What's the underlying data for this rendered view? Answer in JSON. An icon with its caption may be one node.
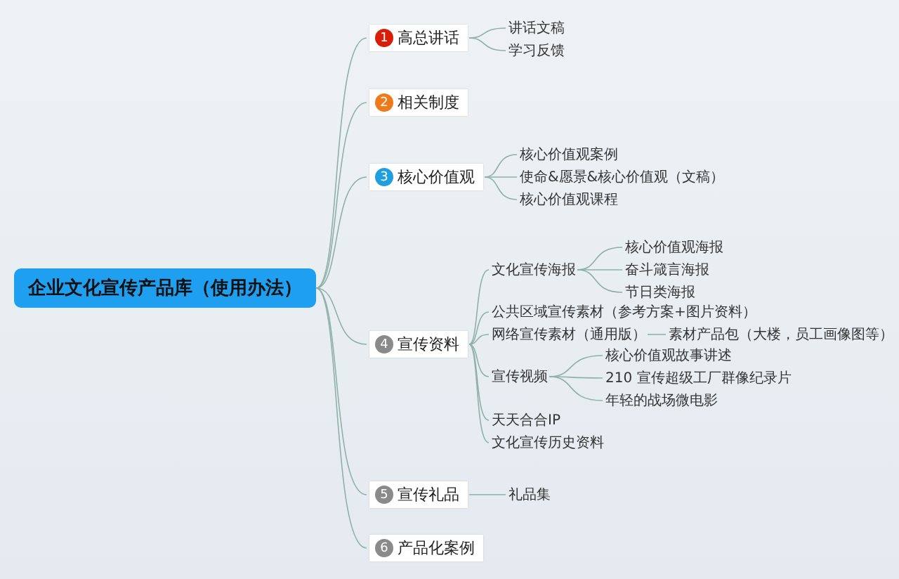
{
  "diagram": {
    "nodes": [
      {
        "text": [
          "企业文化宣传产品库（使用办法）"
        ]
      },
      {
        "text": [
          "1",
          "高总讲话"
        ]
      },
      {
        "text": [
          "讲话文稿"
        ]
      },
      {
        "text": [
          "学习反馈"
        ]
      },
      {
        "text": [
          "2",
          "相关制度"
        ]
      },
      {
        "text": [
          "3",
          "核心价值观"
        ]
      },
      {
        "text": [
          "核心价值观案例"
        ]
      },
      {
        "text": [
          "使命&愿景&核心价值观（文稿）"
        ]
      },
      {
        "text": [
          "核心价值观课程"
        ]
      },
      {
        "text": [
          "4",
          "宣传资料"
        ]
      },
      {
        "text": [
          "文化宣传海报"
        ]
      },
      {
        "text": [
          "核心价值观海报"
        ]
      },
      {
        "text": [
          "奋斗箴言海报"
        ]
      },
      {
        "text": [
          "节日类海报"
        ]
      },
      {
        "text": [
          "公共区域宣传素材（参考方案+图片资料）"
        ]
      },
      {
        "text": [
          "网络宣传素材（通用版）"
        ]
      },
      {
        "text": [
          "素材产品包（大楼，员工画像图等）"
        ]
      },
      {
        "text": [
          "宣传视频"
        ]
      },
      {
        "text": [
          "核心价值观故事讲述"
        ]
      },
      {
        "text": [
          "210 宣传超级工厂群像纪录片"
        ]
      },
      {
        "text": [
          "年轻的战场微电影"
        ]
      },
      {
        "text": [
          "天天合合IP"
        ]
      },
      {
        "text": [
          "文化宣传历史资料"
        ]
      },
      {
        "text": [
          "5",
          "宣传礼品"
        ]
      },
      {
        "text": [
          "礼品集"
        ]
      },
      {
        "text": [
          "6",
          "产品化案例"
        ]
      }
    ],
    "edges": [
      {
        "from": 0,
        "to": 1,
        "arrow": "none"
      },
      {
        "from": 1,
        "to": 2,
        "arrow": "none"
      },
      {
        "from": 1,
        "to": 3,
        "arrow": "none"
      },
      {
        "from": 0,
        "to": 4,
        "arrow": "none"
      },
      {
        "from": 0,
        "to": 5,
        "arrow": "none"
      },
      {
        "from": 5,
        "to": 6,
        "arrow": "none"
      },
      {
        "from": 5,
        "to": 7,
        "arrow": "none"
      },
      {
        "from": 5,
        "to": 8,
        "arrow": "none"
      },
      {
        "from": 0,
        "to": 9,
        "arrow": "none"
      },
      {
        "from": 9,
        "to": 10,
        "arrow": "none"
      },
      {
        "from": 10,
        "to": 11,
        "arrow": "none"
      },
      {
        "from": 10,
        "to": 12,
        "arrow": "none"
      },
      {
        "from": 10,
        "to": 13,
        "arrow": "none"
      },
      {
        "from": 9,
        "to": 14,
        "arrow": "none"
      },
      {
        "from": 9,
        "to": 15,
        "arrow": "none"
      },
      {
        "from": 15,
        "to": 16,
        "arrow": "none"
      },
      {
        "from": 9,
        "to": 17,
        "arrow": "none"
      },
      {
        "from": 17,
        "to": 18,
        "arrow": "none"
      },
      {
        "from": 17,
        "to": 19,
        "arrow": "none"
      },
      {
        "from": 17,
        "to": 20,
        "arrow": "none"
      },
      {
        "from": 9,
        "to": 21,
        "arrow": "none"
      },
      {
        "from": 9,
        "to": 22,
        "arrow": "none"
      },
      {
        "from": 0,
        "to": 23,
        "arrow": "none"
      },
      {
        "from": 23,
        "to": 24,
        "arrow": "none"
      },
      {
        "from": 0,
        "to": 25,
        "arrow": "none"
      }
    ]
  }
}
